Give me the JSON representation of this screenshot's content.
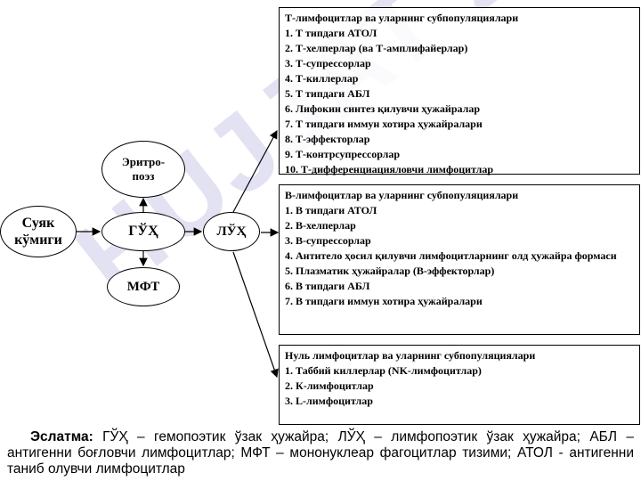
{
  "watermark": "HUJJAT 24",
  "nodes": {
    "bone_marrow": "Суяк кўмиги",
    "hsc": "ГЎҲ",
    "erythro": "Эритро-поэз",
    "mft": "МФТ",
    "lsc": "ЛЎҲ"
  },
  "t_box": {
    "title": "Т-лимфоцитлар ва уларнинг субпопуляциялари",
    "items": [
      "1. Т типдаги АТОЛ",
      "2. Т-хелперлар (ва Т-амплифайерлар)",
      "3. Т-супрессорлар",
      "4. Т-киллерлар",
      "5. Т типдаги АБЛ",
      "6. Лифокин синтез қилувчи ҳужайралар",
      "7. Т типдаги иммун хотира ҳужайралари",
      "8. Т-эффекторлар",
      "9. Т-контрсупрессорлар",
      "10. Т-дифференциацияловчи лимфоцитлар"
    ]
  },
  "b_box": {
    "title": "В-лимфоцитлар ва уларнинг субпопуляциялари",
    "items": [
      "1. В типдаги АТОЛ",
      "2. В-хелперлар",
      "3. В-супрессорлар",
      "4. Антитело ҳосил қилувчи лимфоцитларнинг олд ҳужайра формаси",
      "5. Плазматик ҳужайралар (В-эффекторлар)",
      "6. В типдаги АБЛ",
      "7. В типдаги иммун хотира ҳужайралари"
    ]
  },
  "null_box": {
    "title": "Нуль лимфоцитлар ва уларнинг субпопуляциялари",
    "items": [
      "1. Таббий киллерлар (NK-лимфоцитлар)",
      "2. К-лимфоцитлар",
      "3. L-лимфоцитлар"
    ]
  },
  "note": {
    "label": "Эслатма:",
    "text": " ГЎҲ – гемопоэтик ўзак ҳужайра; ЛЎҲ – лимфопоэтик ўзак ҳужайра; АБЛ – антигенни боғловчи лимфоцитлар; МФТ – мононуклеар фагоцитлар тизими; АТОЛ - антигенни таниб олувчи лимфоцитлар"
  }
}
